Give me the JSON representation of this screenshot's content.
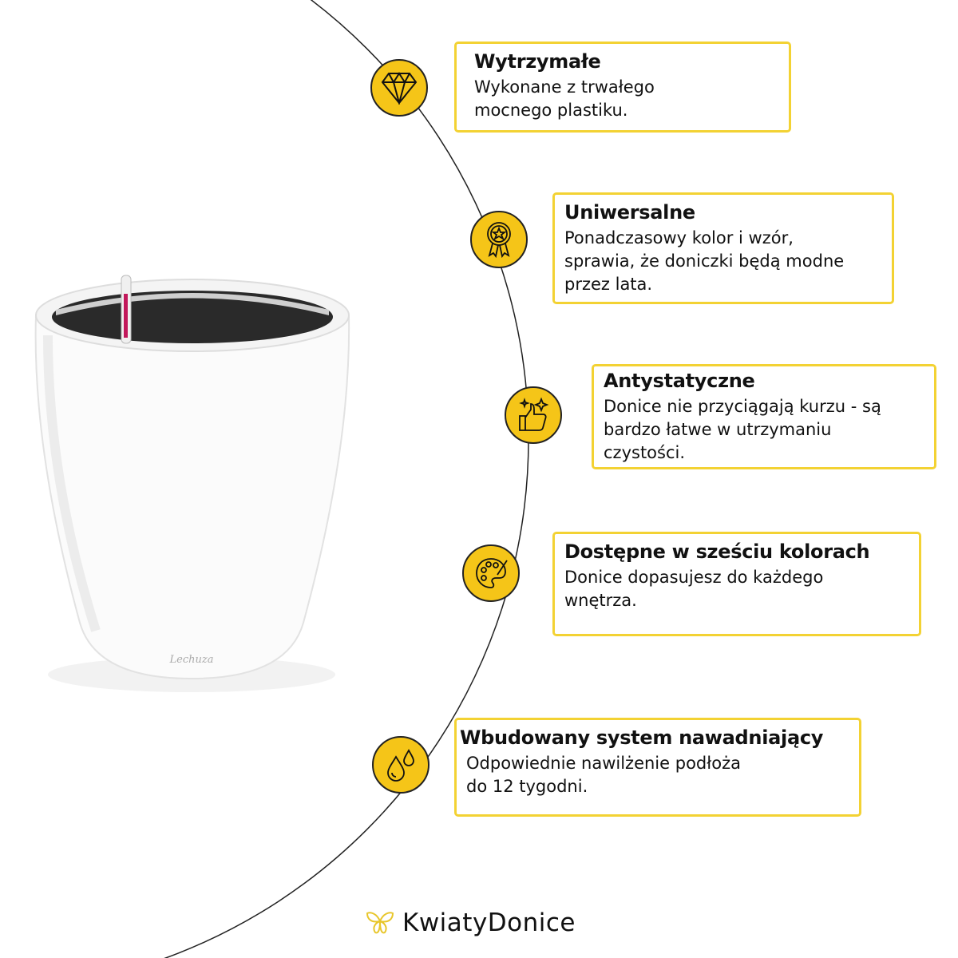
{
  "features": [
    {
      "title": "Wytrzymałe",
      "text_lines": [
        "Wykonane z trwałego",
        "mocnego plastiku."
      ],
      "icon": "diamond-icon"
    },
    {
      "title": "Uniwersalne",
      "text_lines": [
        "Ponadczasowy kolor i wzór,",
        "sprawia, że doniczki będą modne",
        "przez lata."
      ],
      "icon": "award-medal-icon"
    },
    {
      "title": "Antystatyczne",
      "text_lines": [
        "Donice nie przyciągają kurzu - są",
        "bardzo łatwe w utrzymaniu",
        "czystości."
      ],
      "icon": "thumbs-up-sparkle-icon"
    },
    {
      "title": "Dostępne w sześciu kolorach",
      "text_lines": [
        "Donice dopasujesz do każdego",
        "wnętrza."
      ],
      "icon": "palette-icon"
    },
    {
      "title": "Wbudowany system nawadniający",
      "text_lines": [
        "Odpowiednie nawilżenie podłoża",
        "do 12 tygodni."
      ],
      "icon": "water-drops-icon"
    }
  ],
  "product": {
    "brand_mark": "Lechuza"
  },
  "logo": {
    "text": "KwiatyDonice"
  },
  "colors": {
    "accent": "#f5c518",
    "border": "#f3d233"
  }
}
